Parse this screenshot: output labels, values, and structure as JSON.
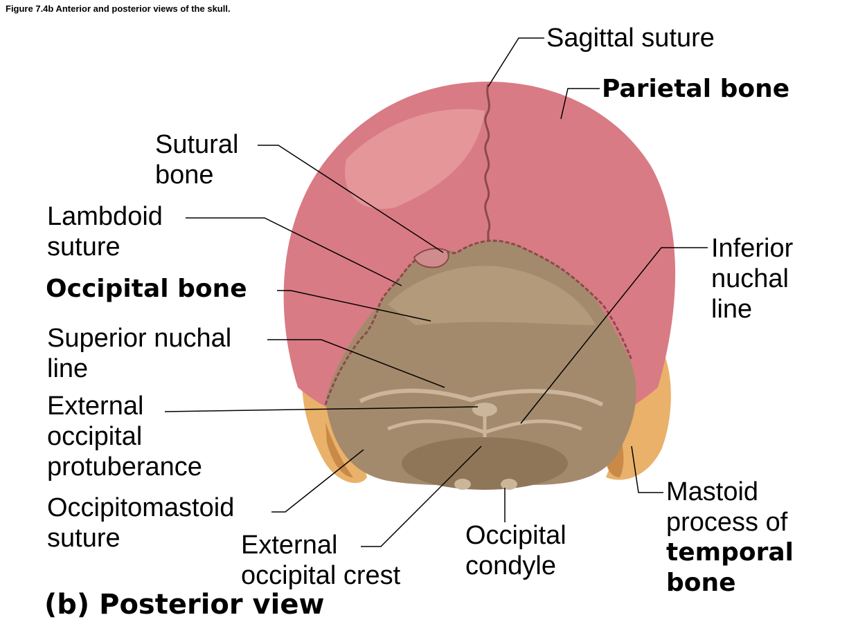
{
  "figure_title": "Figure 7.4b Anterior and posterior views of the skull.",
  "view_caption": "(b) Posterior view",
  "colors": {
    "parietal": "#d97b84",
    "occipital": "#a48a6c",
    "temporal": "#e9b16a",
    "suture": "#8a4a4a",
    "leader": "#000000"
  },
  "labels": {
    "sagittal_suture": [
      "Sagittal suture"
    ],
    "parietal_bone": [
      "Parietal bone"
    ],
    "sutural_bone": [
      "Sutural",
      "bone"
    ],
    "lambdoid_suture": [
      "Lambdoid",
      "suture"
    ],
    "occipital_bone": [
      "Occipital bone"
    ],
    "superior_nuchal_line": [
      "Superior nuchal",
      "line"
    ],
    "external_occipital_protuberance": [
      "External",
      "occipital",
      "protuberance"
    ],
    "occipitomastoid_suture": [
      "Occipitomastoid",
      "suture"
    ],
    "external_occipital_crest": [
      "External",
      "occipital crest"
    ],
    "occipital_condyle": [
      "Occipital",
      "condyle"
    ],
    "inferior_nuchal_line": [
      "Inferior",
      "nuchal",
      "line"
    ],
    "mastoid_process": [
      "Mastoid",
      "process of",
      "temporal",
      "bone"
    ]
  }
}
